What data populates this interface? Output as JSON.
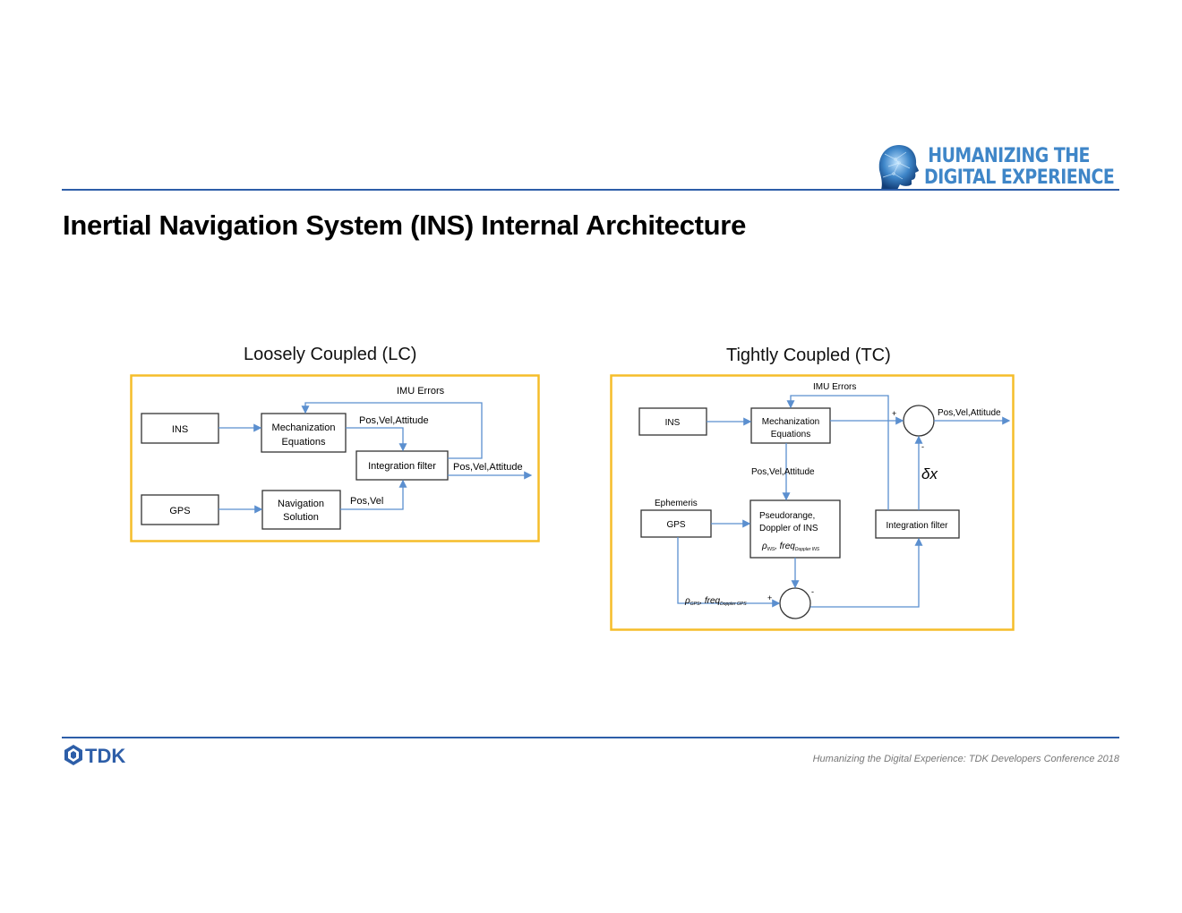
{
  "header": {
    "brand_line1": "HUMANIZING THE",
    "brand_line2": "DIGITAL EXPERIENCE",
    "logo_icon": "digital-head-icon"
  },
  "slide": {
    "title": "Inertial Navigation System (INS) Internal Architecture"
  },
  "diagram_lc": {
    "caption": "Loosely Coupled (LC)",
    "ins": "INS",
    "gps": "GPS",
    "mech_line1": "Mechanization",
    "mech_line2": "Equations",
    "nav_line1": "Navigation",
    "nav_line2": "Solution",
    "filter": "Integration filter",
    "imu_errors": "IMU Errors",
    "pva_in": "Pos,Vel,Attitude",
    "pva_out": "Pos,Vel,Attitude",
    "pos_vel": "Pos,Vel"
  },
  "diagram_tc": {
    "caption": "Tightly Coupled (TC)",
    "imu_errors": "IMU Errors",
    "ins": "INS",
    "mech_line1": "Mechanization",
    "mech_line2": "Equations",
    "pva_out": "Pos,Vel,Attitude",
    "pva_mid": "Pos,Vel,Attitude",
    "delta_x": "δx",
    "ephemeris": "Ephemeris",
    "gps": "GPS",
    "pseudo_line1": "Pseudorange,",
    "pseudo_line2": "Doppler of INS",
    "pseudo_formula_rho": "ρ",
    "pseudo_formula_rho_sub": "INS",
    "pseudo_formula_freq": "freq",
    "pseudo_formula_freq_sub": "Doppler INS",
    "gps_formula_rho": "ρ",
    "gps_formula_rho_sub": "GPS",
    "gps_formula_freq": "freq",
    "gps_formula_freq_sub": "Doppler GPS",
    "filter": "Integration filter",
    "plus": "+",
    "minus": "-"
  },
  "footer": {
    "logo_text": "TDK",
    "conference": "Humanizing the Digital Experience: TDK Developers Conference 2018"
  },
  "colors": {
    "accent_blue": "#2d5ea8",
    "arrow_blue": "#5b8fcf",
    "frame_yellow": "#f5bd2a"
  }
}
